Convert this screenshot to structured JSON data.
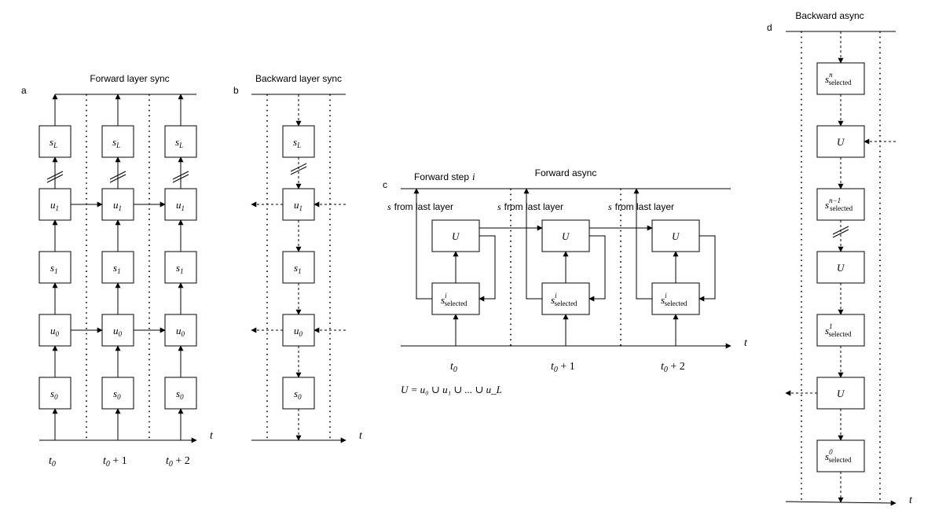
{
  "panel_a": {
    "letter": "a",
    "title": "Forward layer sync",
    "node_labels": {
      "sL": "s",
      "sL_sub": "L",
      "u1": "u",
      "u1_sub": "1",
      "s1": "s",
      "s1_sub": "1",
      "u0": "u",
      "u0_sub": "0",
      "s0": "s",
      "s0_sub": "0"
    },
    "axis_label": "t",
    "time_labels": [
      {
        "main": "t",
        "sub": "0",
        "rest": ""
      },
      {
        "main": "t",
        "sub": "0",
        "rest": " + 1"
      },
      {
        "main": "t",
        "sub": "0",
        "rest": " + 2"
      }
    ]
  },
  "panel_b": {
    "letter": "b",
    "title": "Backward layer sync",
    "axis_label": "t"
  },
  "panel_c": {
    "letter": "c",
    "title": "Forward async",
    "step_label": "Forward step",
    "step_var": "i",
    "from_last_layer": "from last layer",
    "s_var": "s",
    "U_label": "U",
    "selected_main": "s",
    "selected_sup": "i",
    "selected_sub": "selected",
    "axis_label": "t",
    "time_labels": [
      {
        "main": "t",
        "sub": "0",
        "rest": ""
      },
      {
        "main": "t",
        "sub": "0",
        "rest": " + 1"
      },
      {
        "main": "t",
        "sub": "0",
        "rest": " + 2"
      }
    ],
    "union_formula": "U = u₀ ∪ u₁ ∪ ... ∪ u_L"
  },
  "panel_d": {
    "letter": "d",
    "title": "Backward async",
    "axis_label": "t",
    "U_label": "U",
    "sel_n_sup": "n",
    "sel_nm1_sup": "n−1",
    "sel_1_sup": "1",
    "sel_0_sup": "0",
    "sel_sub": "selected"
  }
}
